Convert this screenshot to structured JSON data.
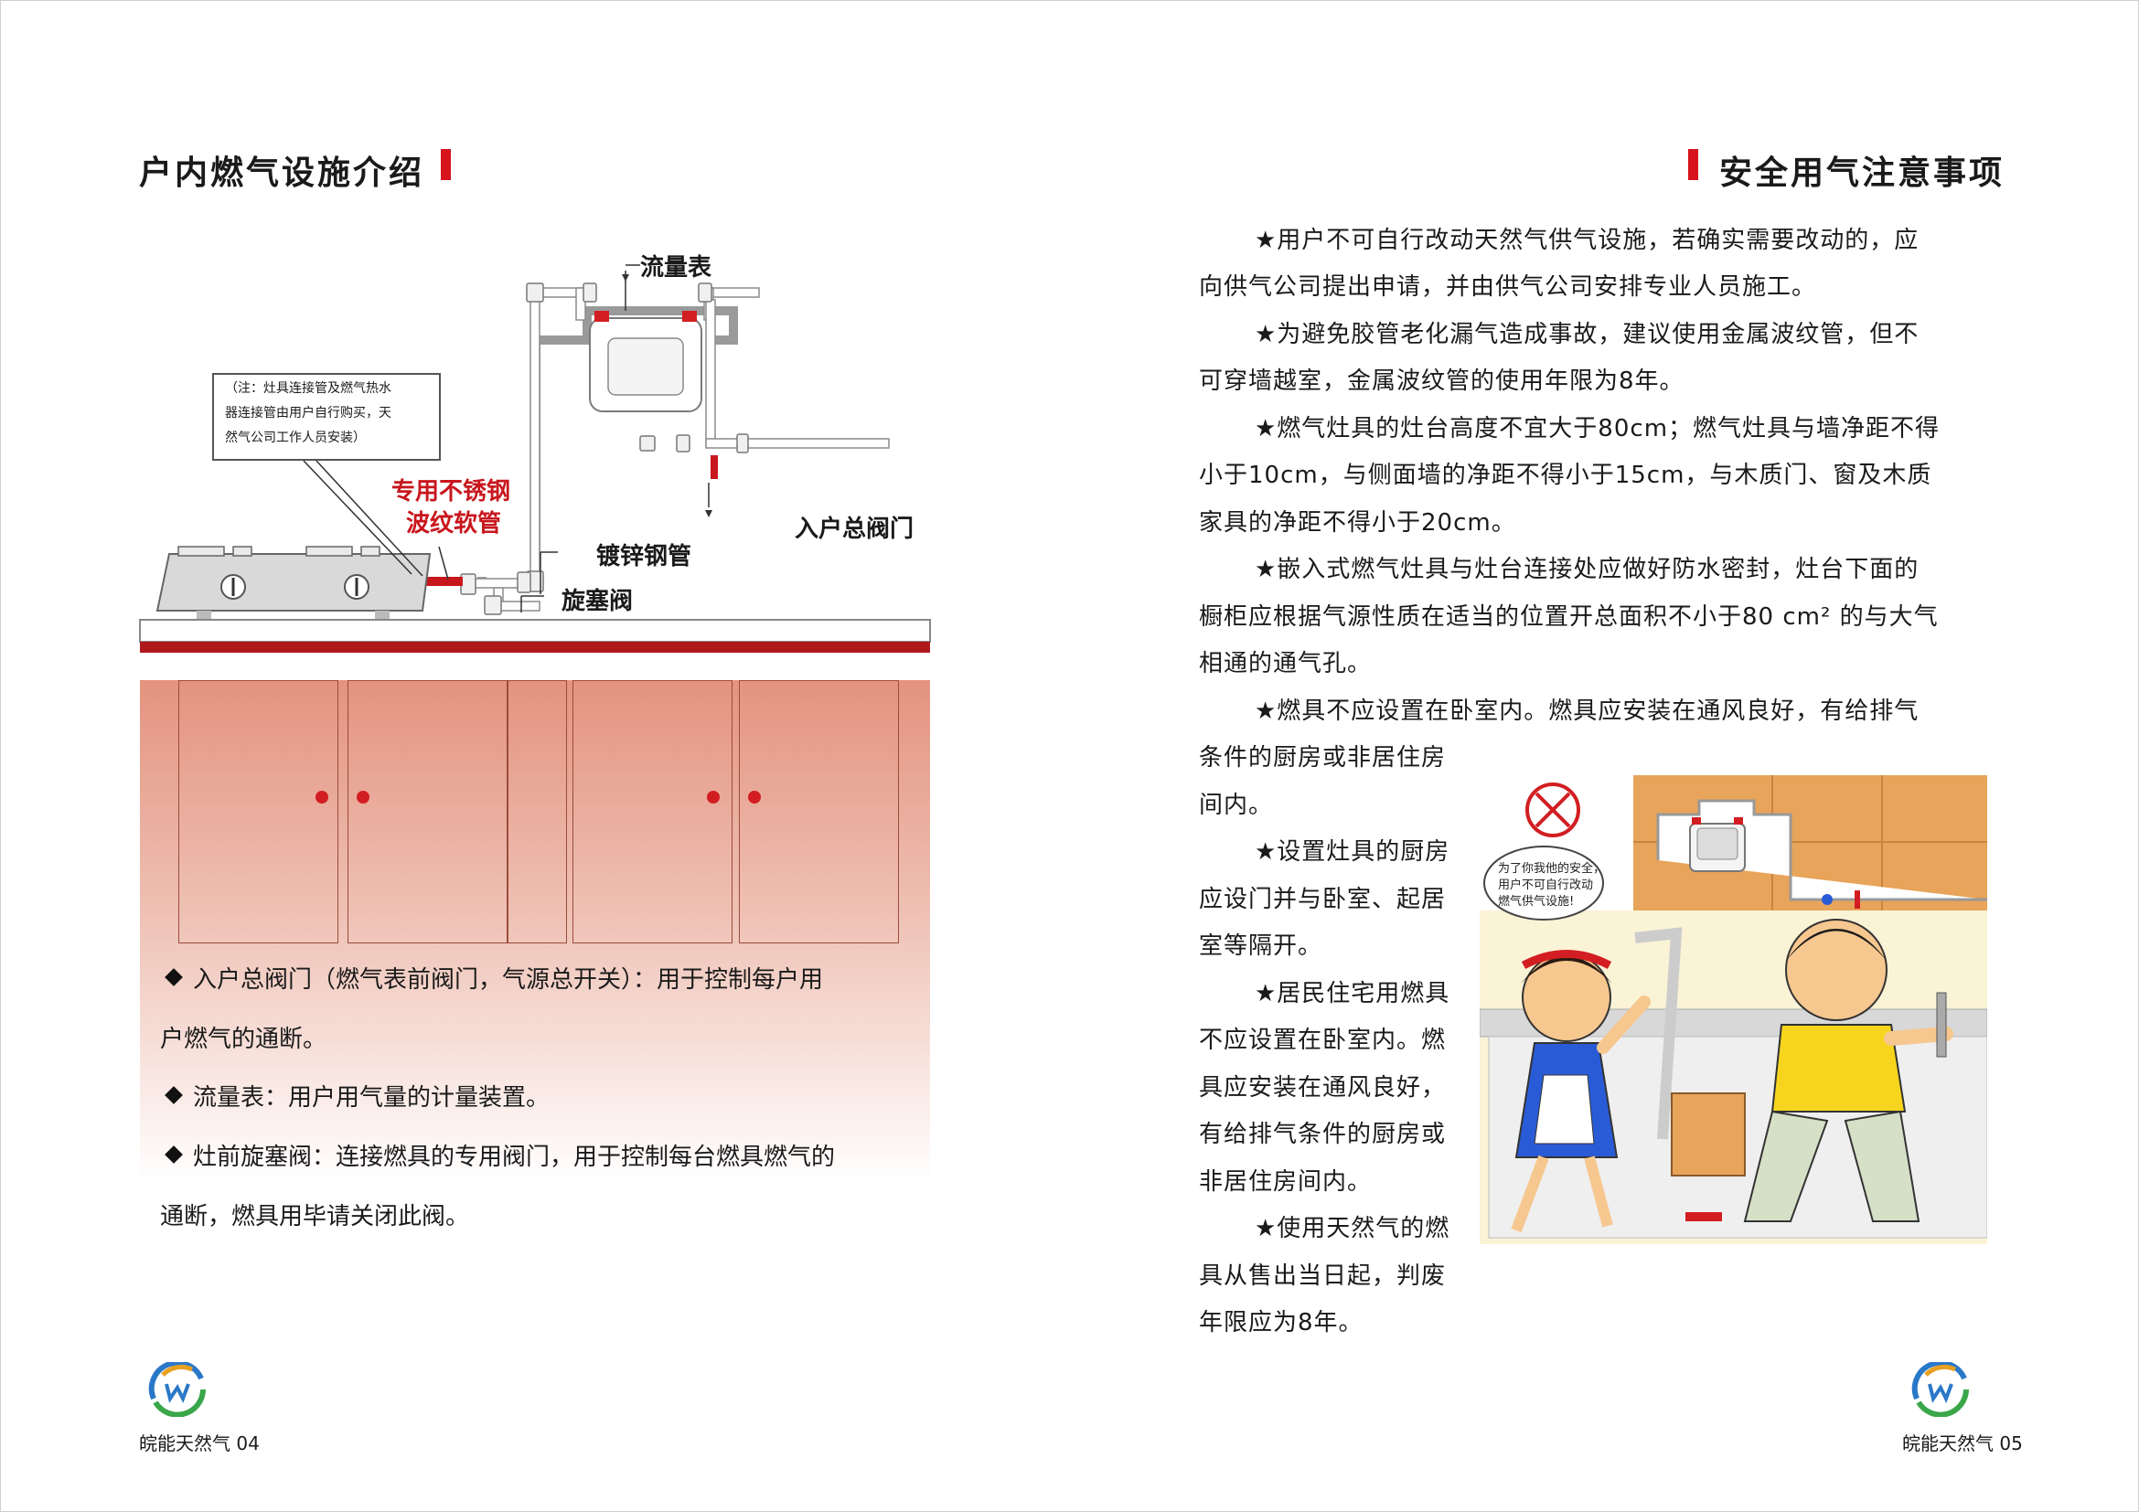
{
  "left_page": {
    "title": "户内燃气设施介绍",
    "diagram": {
      "flow_meter": "流量表",
      "note": [
        "（注：灶具连接管及燃气热水",
        "器连接管由用户自行购买，天",
        "然气公司工作人员安装）"
      ],
      "hose_line1": "专用不锈钢",
      "hose_line2": "波纹软管",
      "main_valve": "入户总阀门",
      "galvanized_pipe": "镀锌钢管",
      "plug_valve": "旋塞阀"
    },
    "bullets": [
      {
        "line1": "入户总阀门（燃气表前阀门，气源总开关）：用于控制每户用",
        "line2": "户燃气的通断。"
      },
      {
        "line1": "流量表：用户用气量的计量装置。"
      },
      {
        "line1": "灶前旋塞阀：连接燃具的专用阀门，用于控制每台燃具燃气的",
        "line2": "通断，燃具用毕请关闭此阀。"
      }
    ],
    "footer": {
      "brand": "皖能天然气",
      "page": "04"
    }
  },
  "right_page": {
    "title": "安全用气注意事项",
    "lines_full": [
      "★用户不可自行改动天然气供气设施，若确实需要改动的，应",
      "向供气公司提出申请，并由供气公司安排专业人员施工。",
      "★为避免胶管老化漏气造成事故，建议使用金属波纹管，但不",
      "可穿墙越室，金属波纹管的使用年限为8年。",
      "★燃气灶具的灶台高度不宜大于80cm；燃气灶具与墙净距不得",
      "小于10cm，与侧面墙的净距不得小于15cm，与木质门、窗及木质",
      "家具的净距不得小于20cm。",
      "★嵌入式燃气灶具与灶台连接处应做好防水密封，灶台下面的",
      "橱柜应根据气源性质在适当的位置开总面积不小于80 cm² 的与大气",
      "相通的通气孔。",
      "★燃具不应设置在卧室内。燃具应安装在通风良好，有给排气"
    ],
    "lines_narrow": [
      "条件的厨房或非居住房",
      "间内。",
      "★设置灶具的厨房",
      "应设门并与卧室、起居",
      "室等隔开。",
      "★居民住宅用燃具",
      "不应设置在卧室内。燃",
      "具应安装在通风良好，",
      "有给排气条件的厨房或",
      "非居住房间内。",
      "★使用天然气的燃",
      "具从售出当日起，判废",
      "年限应为8年。"
    ],
    "cartoon_bubble": [
      "为了你我他的安全，",
      "用户不可自行改动",
      "燃气供气设施!"
    ],
    "footer": {
      "brand": "皖能天然气",
      "page": "05"
    }
  }
}
